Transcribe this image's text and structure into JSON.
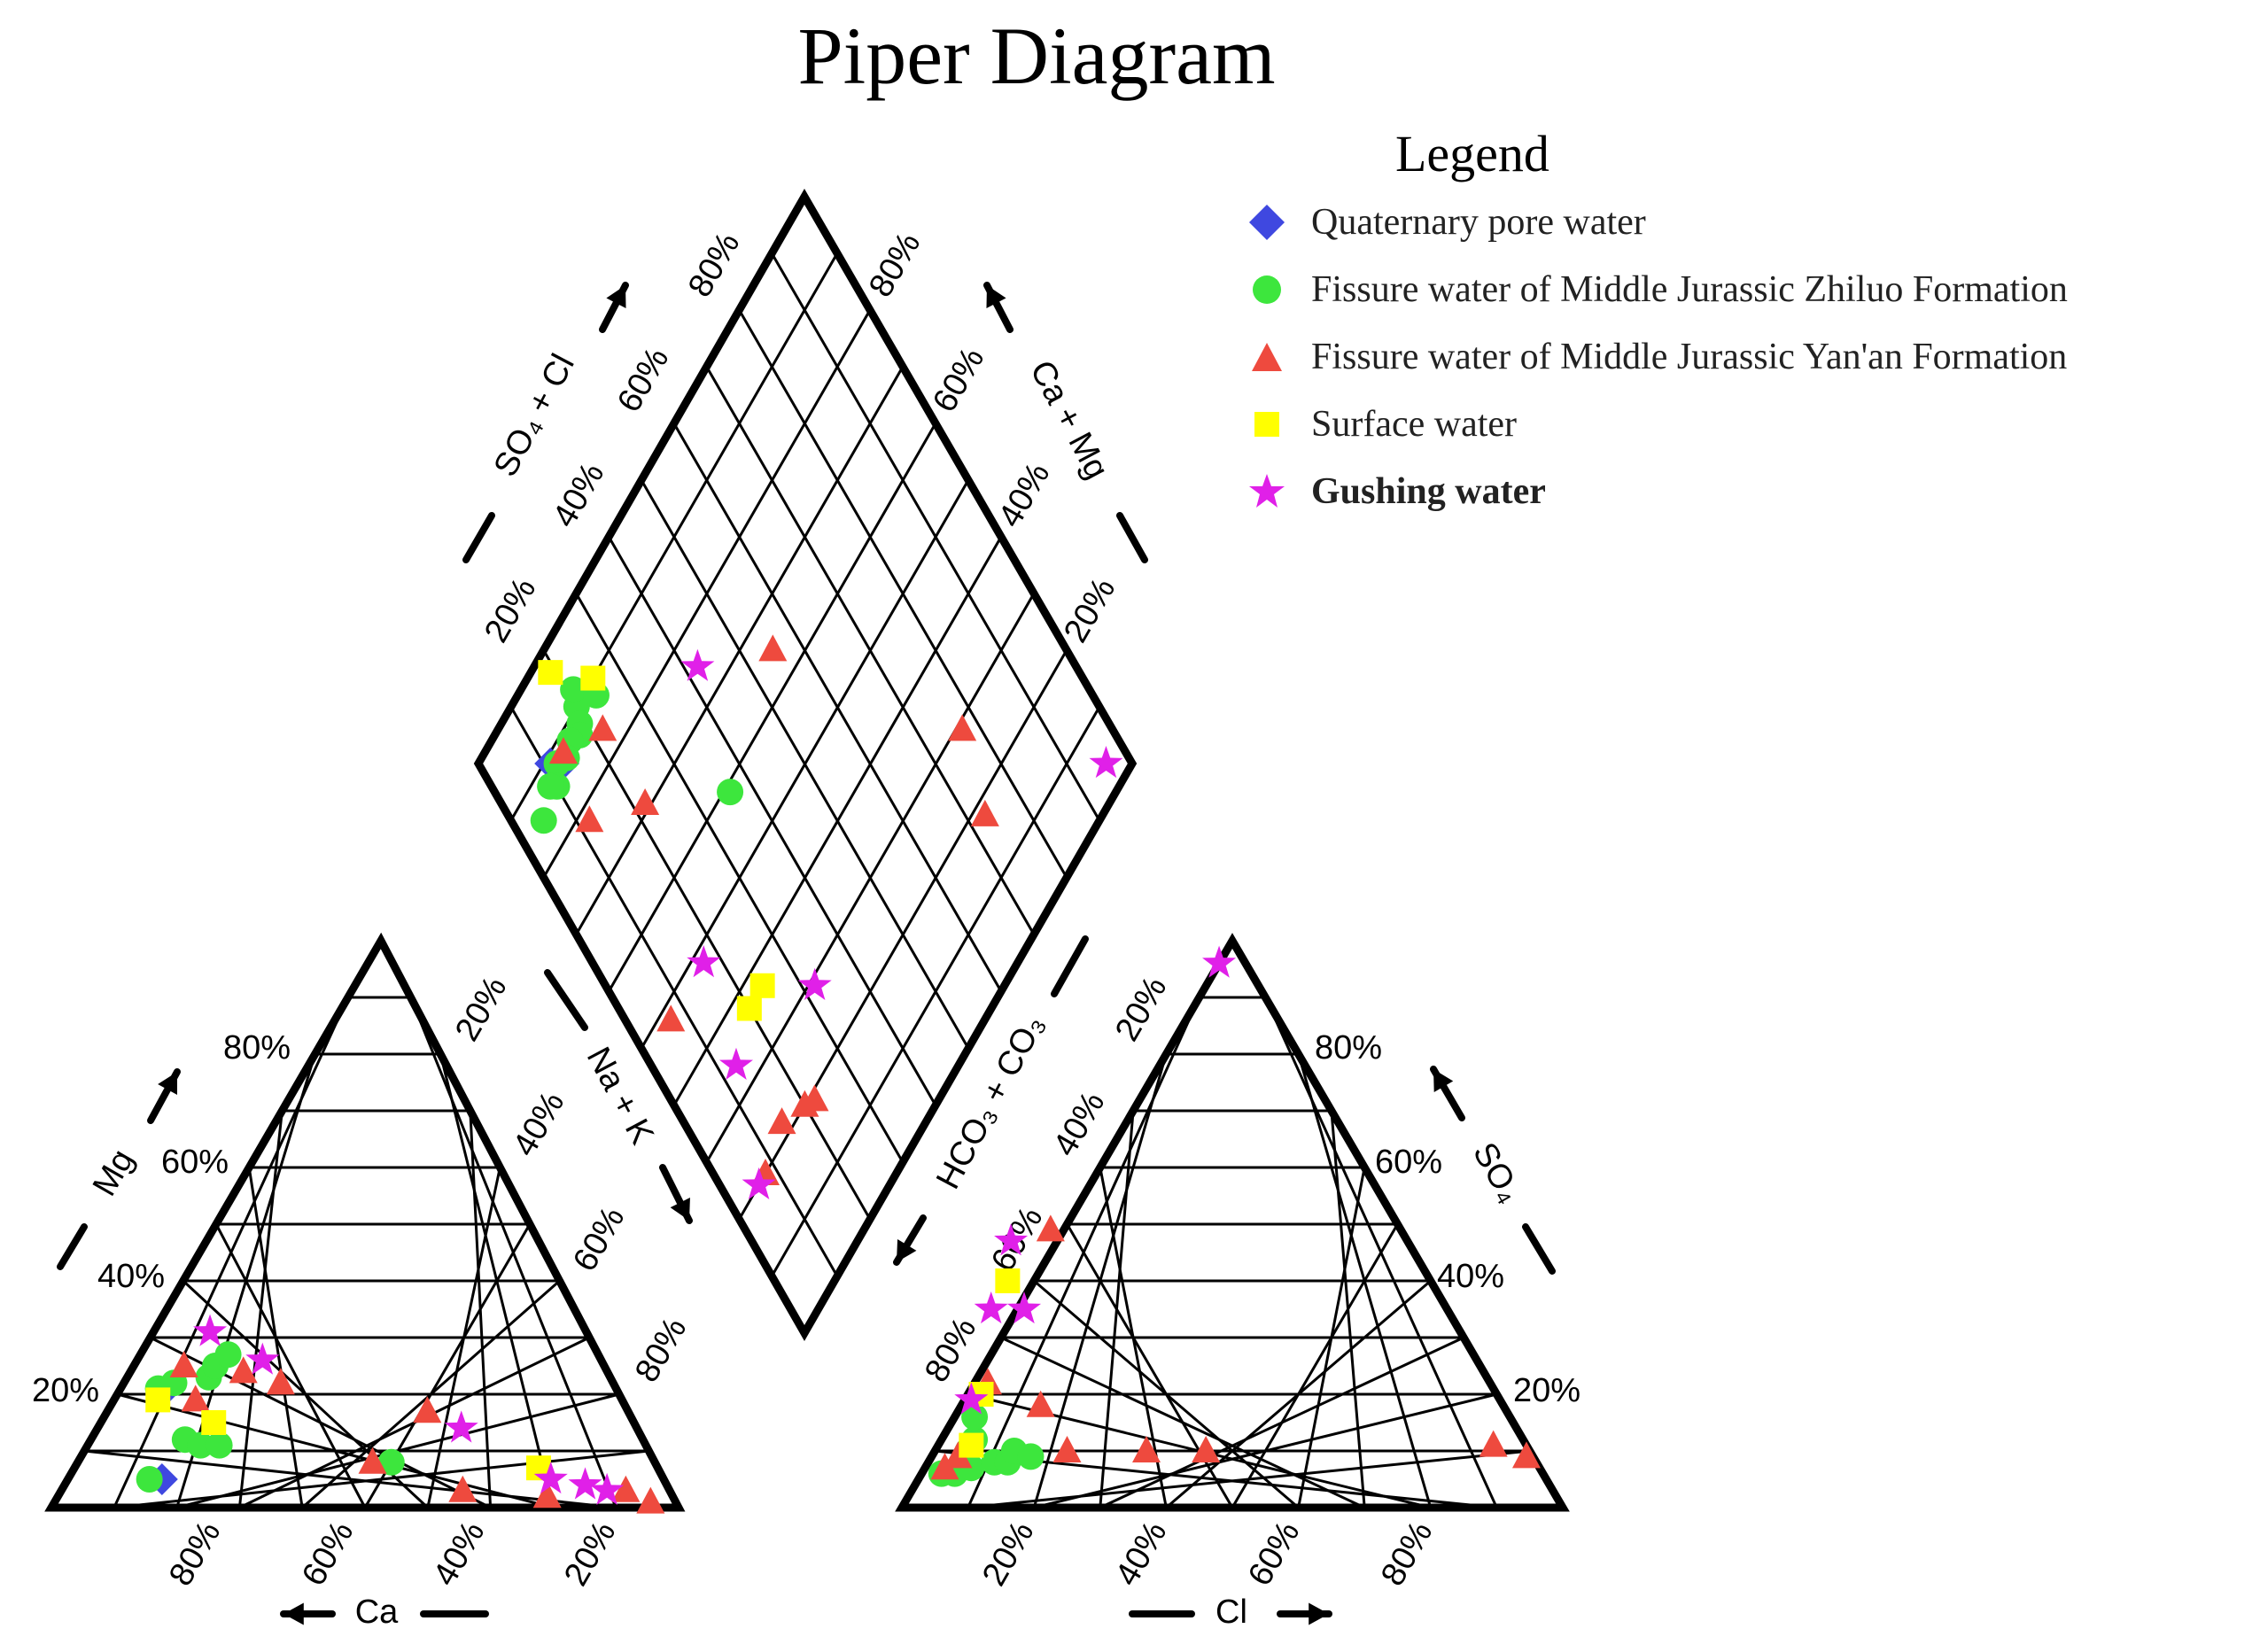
{
  "title": "Piper Diagram",
  "legend": {
    "title": "Legend",
    "items": [
      {
        "label": "Quaternary pore water",
        "marker": "diamond",
        "color": "#3f48e0"
      },
      {
        "label": "Fissure water of Middle Jurassic Zhiluo Formation",
        "marker": "circle",
        "color": "#3de63d"
      },
      {
        "label": "Fissure water of Middle Jurassic Yan'an Formation",
        "marker": "triangle",
        "color": "#ee4a3e"
      },
      {
        "label": "Surface water",
        "marker": "square",
        "color": "#ffff00"
      },
      {
        "label": "Gushing water",
        "marker": "star",
        "color": "#e020e8",
        "bold": true
      }
    ]
  },
  "axes": {
    "cation_mg": "Mg",
    "cation_ca": "Ca",
    "cation_nak": "Na + K",
    "anion_so4": "SO₄",
    "anion_cl": "Cl",
    "anion_hco3": "HCO₃ + CO₃",
    "diamond_so4cl": "SO₄ + Cl",
    "diamond_camg": "Ca + Mg"
  },
  "tick_labels": [
    "20%",
    "40%",
    "60%",
    "80%"
  ],
  "chart_data": {
    "type": "scatter",
    "title": "Piper Diagram",
    "cation_triangle": {
      "components": [
        "Ca",
        "Mg",
        "Na + K"
      ],
      "series": [
        {
          "name": "Quaternary pore water",
          "points": [
            [
              0.8,
              0.05,
              0.15
            ],
            [
              0.73,
              0.2,
              0.07
            ]
          ]
        },
        {
          "name": "Fissure water of Middle Jurassic Zhiluo Formation",
          "points": [
            [
              0.82,
              0.05,
              0.13
            ],
            [
              0.73,
              0.12,
              0.15
            ],
            [
              0.71,
              0.11,
              0.18
            ],
            [
              0.68,
              0.11,
              0.21
            ],
            [
              0.73,
              0.21,
              0.06
            ],
            [
              0.7,
              0.22,
              0.08
            ],
            [
              0.64,
              0.23,
              0.13
            ],
            [
              0.62,
              0.25,
              0.13
            ],
            [
              0.59,
              0.27,
              0.14
            ],
            [
              0.42,
              0.08,
              0.5
            ]
          ]
        },
        {
          "name": "Fissure water of Middle Jurassic Yan'an Formation",
          "points": [
            [
              0.67,
              0.25,
              0.08
            ],
            [
              0.68,
              0.19,
              0.13
            ],
            [
              0.58,
              0.24,
              0.18
            ],
            [
              0.53,
              0.22,
              0.25
            ],
            [
              0.45,
              0.08,
              0.47
            ],
            [
              0.32,
              0.17,
              0.51
            ],
            [
              0.33,
              0.03,
              0.64
            ],
            [
              0.2,
              0.02,
              0.78
            ],
            [
              0.07,
              0.03,
              0.9
            ],
            [
              0.04,
              0.01,
              0.95
            ]
          ]
        },
        {
          "name": "Surface water",
          "points": [
            [
              0.74,
              0.19,
              0.07
            ],
            [
              0.67,
              0.15,
              0.18
            ],
            [
              0.19,
              0.07,
              0.74
            ]
          ]
        },
        {
          "name": "Gushing water",
          "points": [
            [
              0.6,
              0.31,
              0.09
            ],
            [
              0.54,
              0.26,
              0.2
            ],
            [
              0.28,
              0.14,
              0.58
            ],
            [
              0.18,
              0.05,
              0.77
            ],
            [
              0.13,
              0.04,
              0.83
            ],
            [
              0.1,
              0.03,
              0.87
            ]
          ]
        }
      ]
    },
    "anion_triangle": {
      "components": [
        "HCO₃ + CO₃",
        "SO₄",
        "Cl"
      ],
      "series": [
        {
          "name": "Fissure water of Middle Jurassic Zhiluo Formation",
          "points": [
            [
              0.91,
              0.06,
              0.03
            ],
            [
              0.89,
              0.06,
              0.05
            ],
            [
              0.86,
              0.07,
              0.07
            ],
            [
              0.82,
              0.08,
              0.1
            ],
            [
              0.8,
              0.08,
              0.12
            ],
            [
              0.78,
              0.1,
              0.12
            ],
            [
              0.83,
              0.12,
              0.05
            ],
            [
              0.85,
              0.1,
              0.05
            ],
            [
              0.76,
              0.09,
              0.15
            ],
            [
              0.81,
              0.16,
              0.03
            ]
          ]
        },
        {
          "name": "Fissure water of Middle Jurassic Yan'an Formation",
          "points": [
            [
              0.87,
              0.09,
              0.04
            ],
            [
              0.9,
              0.07,
              0.03
            ],
            [
              0.7,
              0.18,
              0.12
            ],
            [
              0.76,
              0.22,
              0.02
            ],
            [
              0.7,
              0.1,
              0.2
            ],
            [
              0.58,
              0.1,
              0.32
            ],
            [
              0.49,
              0.1,
              0.41
            ],
            [
              0.53,
              0.49,
              -0.02
            ],
            [
              0.05,
              0.11,
              0.84
            ],
            [
              0.01,
              0.09,
              0.9
            ]
          ]
        },
        {
          "name": "Surface water",
          "points": [
            [
              0.84,
              0.11,
              0.05
            ],
            [
              0.78,
              0.2,
              0.02
            ],
            [
              0.64,
              0.4,
              -0.04
            ]
          ]
        },
        {
          "name": "Gushing water",
          "points": [
            [
              0.8,
              0.19,
              0.01
            ],
            [
              0.69,
              0.35,
              -0.04
            ],
            [
              0.64,
              0.35,
              0.01
            ],
            [
              0.6,
              0.47,
              -0.07
            ],
            [
              0.04,
              0.96,
              0.0
            ]
          ]
        }
      ]
    },
    "diamond": {
      "components": [
        "SO₄ + Cl",
        "Ca + Mg"
      ],
      "series": [
        {
          "name": "Quaternary pore water",
          "points": [
            [
              0.13,
              0.87
            ],
            [
              0.11,
              0.89
            ]
          ]
        },
        {
          "name": "Fissure water of Middle Jurassic Zhiluo Formation",
          "points": [
            [
              0.2,
              0.9
            ],
            [
              0.19,
              0.88
            ],
            [
              0.18,
              0.87
            ],
            [
              0.16,
              0.88
            ],
            [
              0.14,
              0.87
            ],
            [
              0.12,
              0.88
            ],
            [
              0.1,
              0.86
            ],
            [
              0.09,
              0.87
            ],
            [
              0.21,
              0.92
            ],
            [
              0.24,
              0.88
            ],
            [
              0.36,
              0.59
            ],
            [
              0.05,
              0.85
            ]
          ]
        },
        {
          "name": "Fissure water of Middle Jurassic Yan'an Formation",
          "points": [
            [
              0.14,
              0.88
            ],
            [
              0.22,
              0.84
            ],
            [
              0.22,
              0.71
            ],
            [
              0.12,
              0.78
            ],
            [
              0.55,
              0.65
            ],
            [
              0.77,
              0.29
            ],
            [
              0.73,
              0.18
            ],
            [
              0.07,
              0.48
            ],
            [
              0.22,
              0.19
            ],
            [
              0.15,
              0.22
            ],
            [
              0.2,
              0.2
            ],
            [
              0.08,
              0.2
            ]
          ]
        },
        {
          "name": "Surface water",
          "points": [
            [
              0.19,
              0.97
            ],
            [
              0.25,
              0.9
            ],
            [
              0.24,
              0.37
            ],
            [
              0.2,
              0.37
            ]
          ]
        },
        {
          "name": "Gushing water",
          "points": [
            [
              0.96,
              0.04
            ],
            [
              0.42,
              0.75
            ],
            [
              0.17,
              0.48
            ],
            [
              0.32,
              0.29
            ],
            [
              0.13,
              0.34
            ],
            [
              0.06,
              0.2
            ]
          ]
        }
      ]
    }
  }
}
